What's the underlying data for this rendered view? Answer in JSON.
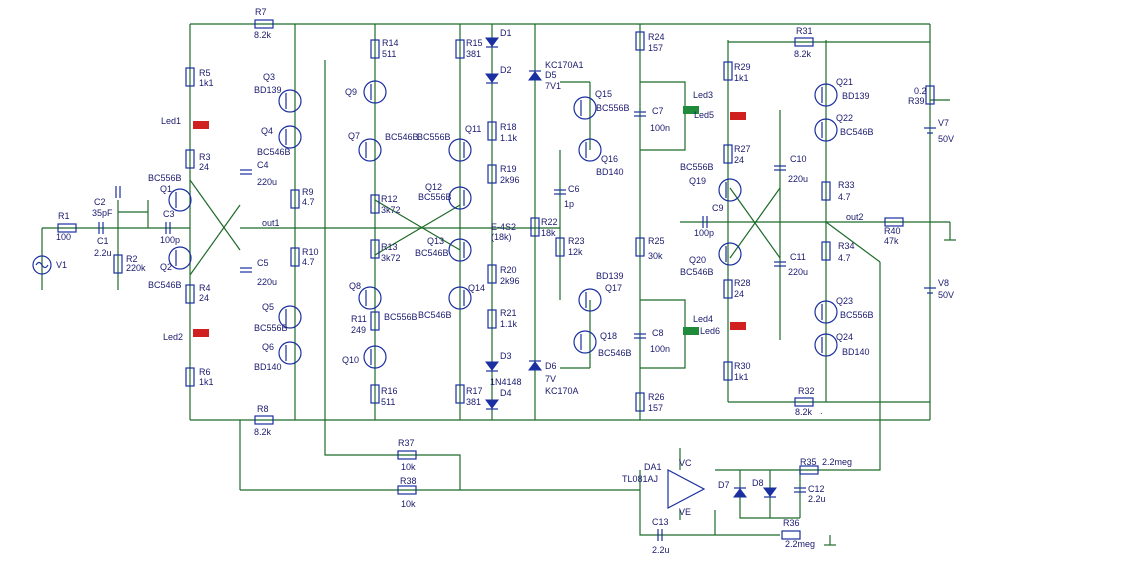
{
  "resistors": [
    {
      "id": "r1",
      "name": "R1",
      "value": "100"
    },
    {
      "id": "r2",
      "name": "R2",
      "value": "220k"
    },
    {
      "id": "r3",
      "name": "R3",
      "value": "24"
    },
    {
      "id": "r4",
      "name": "R4",
      "value": "24"
    },
    {
      "id": "r5",
      "name": "R5",
      "value": "1k1"
    },
    {
      "id": "r6",
      "name": "R6",
      "value": "1k1"
    },
    {
      "id": "r7",
      "name": "R7",
      "value": "8.2k"
    },
    {
      "id": "r8",
      "name": "R8",
      "value": "8.2k"
    },
    {
      "id": "r9",
      "name": "R9",
      "value": "4.7"
    },
    {
      "id": "r10",
      "name": "R10",
      "value": "4.7"
    },
    {
      "id": "r11",
      "name": "R11",
      "value": "249"
    },
    {
      "id": "r12",
      "name": "R12",
      "value": "3k72"
    },
    {
      "id": "r13",
      "name": "R13",
      "value": "3k72"
    },
    {
      "id": "r14",
      "name": "R14",
      "value": "511"
    },
    {
      "id": "r15",
      "name": "R15",
      "value": "381"
    },
    {
      "id": "r16",
      "name": "R16",
      "value": "511"
    },
    {
      "id": "r17",
      "name": "R17",
      "value": "381"
    },
    {
      "id": "r18",
      "name": "R18",
      "value": "1.1k"
    },
    {
      "id": "r19",
      "name": "R19",
      "value": "2k96"
    },
    {
      "id": "r20",
      "name": "R20",
      "value": "2k96"
    },
    {
      "id": "r21",
      "name": "R21",
      "value": "1.1k"
    },
    {
      "id": "r22",
      "name": "R22",
      "value": "18k"
    },
    {
      "id": "r23",
      "name": "R23",
      "value": "12k"
    },
    {
      "id": "r24",
      "name": "R24",
      "value": "157"
    },
    {
      "id": "r25",
      "name": "R25",
      "value": "30k"
    },
    {
      "id": "r26",
      "name": "R26",
      "value": "157"
    },
    {
      "id": "r27",
      "name": "R27",
      "value": "24"
    },
    {
      "id": "r28",
      "name": "R28",
      "value": "24"
    },
    {
      "id": "r29",
      "name": "R29",
      "value": "1k1"
    },
    {
      "id": "r30",
      "name": "R30",
      "value": "1k1"
    },
    {
      "id": "r31",
      "name": "R31",
      "value": "8.2k"
    },
    {
      "id": "r32",
      "name": "R32",
      "value": "8.2k"
    },
    {
      "id": "r33",
      "name": "R33",
      "value": "4.7"
    },
    {
      "id": "r34",
      "name": "R34",
      "value": "4.7"
    },
    {
      "id": "r35",
      "name": "R35",
      "value": "2.2meg"
    },
    {
      "id": "r36",
      "name": "R36",
      "value": "2.2meg"
    },
    {
      "id": "r37",
      "name": "R37",
      "value": "10k"
    },
    {
      "id": "r38",
      "name": "R38",
      "value": "10k"
    },
    {
      "id": "r39",
      "name": "R39",
      "value": "0.2"
    },
    {
      "id": "r40",
      "name": "R40",
      "value": "47k"
    }
  ],
  "capacitors": [
    {
      "id": "c1",
      "name": "C1",
      "value": "2.2u"
    },
    {
      "id": "c2",
      "name": "C2",
      "value": "35pF"
    },
    {
      "id": "c3",
      "name": "C3",
      "value": "100p"
    },
    {
      "id": "c4",
      "name": "C4",
      "value": "220u"
    },
    {
      "id": "c5",
      "name": "C5",
      "value": "220u"
    },
    {
      "id": "c6",
      "name": "C6",
      "value": "1p"
    },
    {
      "id": "c7",
      "name": "C7",
      "value": "100n"
    },
    {
      "id": "c8",
      "name": "C8",
      "value": "100n"
    },
    {
      "id": "c9",
      "name": "C9",
      "value": "100p"
    },
    {
      "id": "c10",
      "name": "C10",
      "value": "220u"
    },
    {
      "id": "c11",
      "name": "C11",
      "value": "220u"
    },
    {
      "id": "c12",
      "name": "C12",
      "value": "2.2u"
    },
    {
      "id": "c13",
      "name": "C13",
      "value": "2.2u"
    }
  ],
  "transistors": [
    {
      "id": "q1",
      "name": "Q1",
      "part": "BC556B"
    },
    {
      "id": "q2",
      "name": "Q2",
      "part": "BC546B"
    },
    {
      "id": "q3",
      "name": "Q3",
      "part": "BD139"
    },
    {
      "id": "q4",
      "name": "Q4",
      "part": "BC546B"
    },
    {
      "id": "q5",
      "name": "Q5",
      "part": "BC556B"
    },
    {
      "id": "q6",
      "name": "Q6",
      "part": "BD140"
    },
    {
      "id": "q7",
      "name": "Q7",
      "part": "BC546B"
    },
    {
      "id": "q8",
      "name": "Q8",
      "part": "BC556B"
    },
    {
      "id": "q9",
      "name": "Q9",
      "part": ""
    },
    {
      "id": "q10",
      "name": "Q10",
      "part": ""
    },
    {
      "id": "q11",
      "name": "Q11",
      "part": "BC556B"
    },
    {
      "id": "q12",
      "name": "Q12",
      "part": "BC556B"
    },
    {
      "id": "q13",
      "name": "Q13",
      "part": "BC546B"
    },
    {
      "id": "q14",
      "name": "Q14",
      "part": "BC546B"
    },
    {
      "id": "q15",
      "name": "Q15",
      "part": "BC556B"
    },
    {
      "id": "q16",
      "name": "Q16",
      "part": "BD140"
    },
    {
      "id": "q17",
      "name": "Q17",
      "part": "BD139"
    },
    {
      "id": "q18",
      "name": "Q18",
      "part": "BC546B"
    },
    {
      "id": "q19",
      "name": "Q19",
      "part": "BC556B"
    },
    {
      "id": "q20",
      "name": "Q20",
      "part": "BC546B"
    },
    {
      "id": "q21",
      "name": "Q21",
      "part": "BD139"
    },
    {
      "id": "q22",
      "name": "Q22",
      "part": "BC546B"
    },
    {
      "id": "q23",
      "name": "Q23",
      "part": "BC556B"
    },
    {
      "id": "q24",
      "name": "Q24",
      "part": "BD140"
    }
  ],
  "diodes": [
    {
      "id": "d1",
      "name": "D1",
      "part": ""
    },
    {
      "id": "d2",
      "name": "D2",
      "part": ""
    },
    {
      "id": "d3",
      "name": "D3",
      "part": "1N4148"
    },
    {
      "id": "d4",
      "name": "D4",
      "part": ""
    },
    {
      "id": "d5",
      "name": "D5",
      "part": "KC170A1",
      "value": "7V1"
    },
    {
      "id": "d6",
      "name": "D6",
      "part": "KC170A",
      "value": "7V"
    },
    {
      "id": "d7",
      "name": "D7",
      "part": ""
    },
    {
      "id": "d8",
      "name": "D8",
      "part": ""
    }
  ],
  "leds": [
    {
      "id": "led1",
      "name": "Led1"
    },
    {
      "id": "led2",
      "name": "Led2"
    },
    {
      "id": "led3",
      "name": "Led3"
    },
    {
      "id": "led4",
      "name": "Led4"
    },
    {
      "id": "led5",
      "name": "Led5"
    },
    {
      "id": "led6",
      "name": "Led6"
    }
  ],
  "sources": [
    {
      "id": "v1",
      "name": "V1"
    },
    {
      "id": "v7",
      "name": "V7",
      "value": "50V"
    },
    {
      "id": "v8",
      "name": "V8",
      "value": "50V"
    }
  ],
  "opamp": {
    "name": "DA1",
    "part": "TL081AJ",
    "vc": "VC",
    "ve": "VE"
  },
  "nets": {
    "out1": "out1",
    "out2": "out2",
    "e_label": "E-4S2",
    "e_value": "(18k)",
    "dot": "."
  },
  "colors": {
    "wire": "#1e6b2a",
    "component": "#1a2fa0",
    "text": "#1a1a6e",
    "led_red": "#d02020",
    "led_green": "#1e8a3a"
  }
}
